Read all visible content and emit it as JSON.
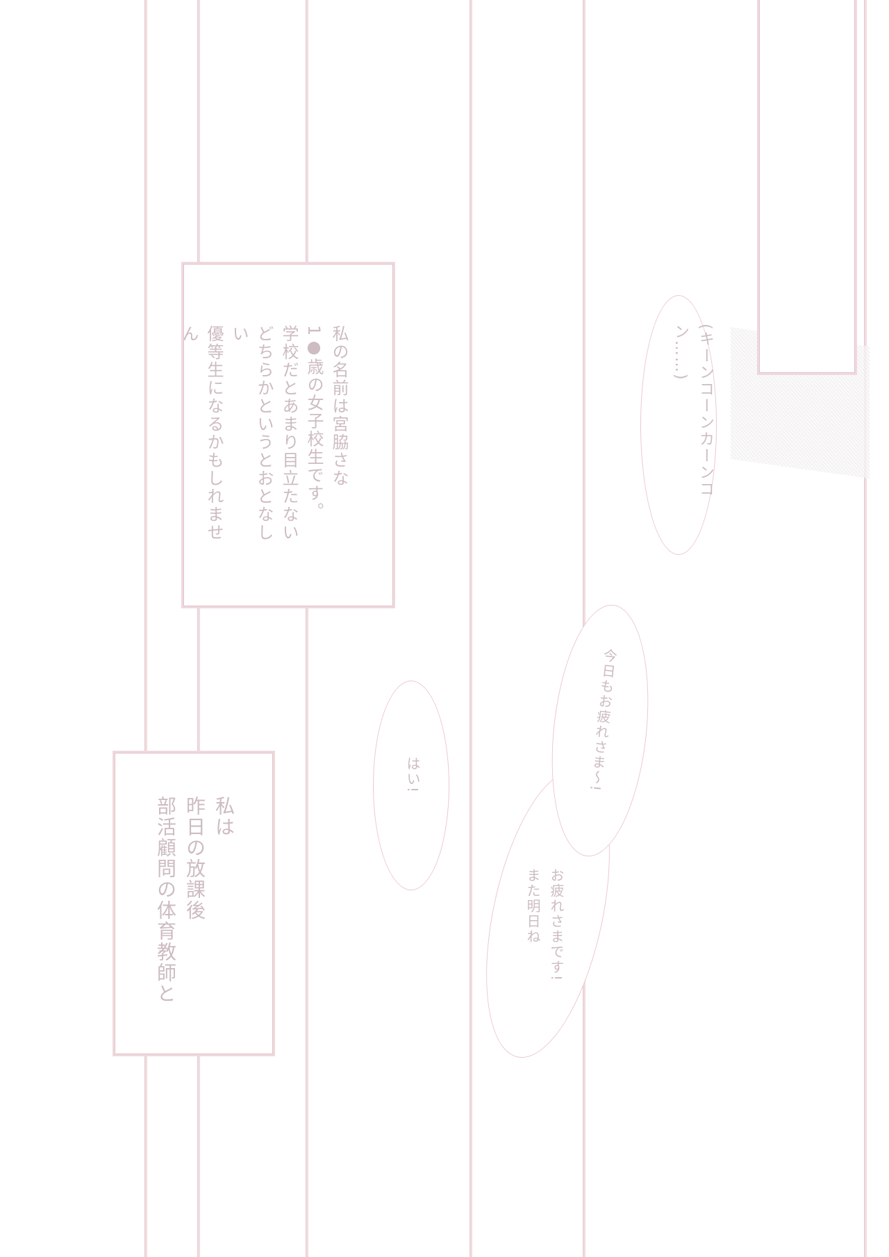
{
  "page": {
    "colors": {
      "frame_line": "#efd9dd",
      "text": "#cdbcc1",
      "background": "#ffffff"
    },
    "narration_boxes": [
      {
        "lines": [
          "私の名前は宮脇さな",
          "1●歳の女子校生です。",
          "学校だとあまり目立たない",
          "どちらかというとおとなしい",
          "優等生になるかもしれません"
        ]
      },
      {
        "lines": [
          "私は",
          "昨日の放課後",
          "部活顧問の体育教師と"
        ]
      }
    ],
    "speech_bubbles": [
      {
        "text": "(キーンコーンカーンコン……)"
      },
      {
        "text": "今日もお疲れさま〜!"
      },
      {
        "lines": [
          "お疲れさまです!",
          "また明日ね"
        ]
      },
      {
        "text": "はい!"
      }
    ]
  }
}
